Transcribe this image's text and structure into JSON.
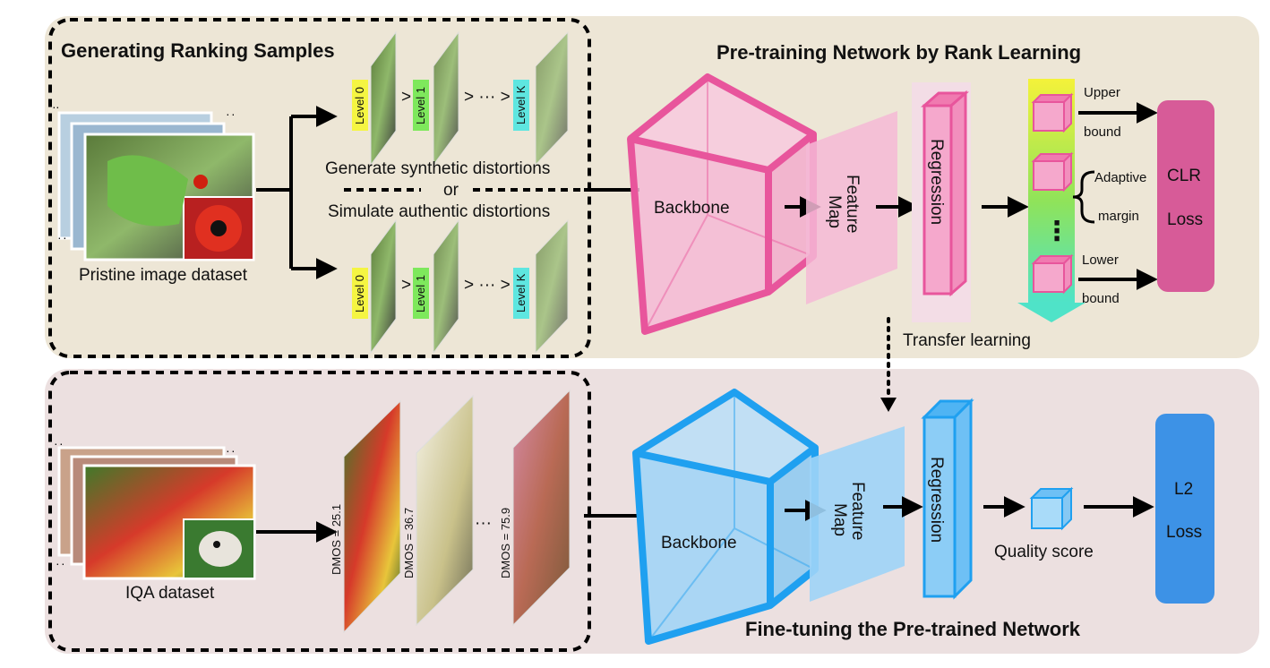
{
  "top": {
    "left_title": "Generating Ranking Samples",
    "right_title": "Pre-training Network by Rank Learning",
    "dataset_label": "Pristine image dataset",
    "synthetic_text": "Generate synthetic distortions",
    "or_text": "or",
    "authentic_text": "Simulate authentic distortions",
    "levels": [
      "Level 0",
      "Level 1",
      "Level K"
    ],
    "backbone_label": "Backbone",
    "feature_map_line1": "Feature",
    "feature_map_line2": "Map",
    "regression_label": "Regression",
    "upper_line1": "Upper",
    "upper_line2": "bound",
    "adaptive_line1": "Adaptive",
    "adaptive_line2": "margin",
    "lower_line1": "Lower",
    "lower_line2": "bound",
    "ellipsis": "⋮",
    "loss_line1": "CLR",
    "loss_line2": "Loss"
  },
  "transfer_label": "Transfer learning",
  "bottom": {
    "title": "Fine-tuning the Pre-trained Network",
    "dataset_label": "IQA dataset",
    "dmos": [
      "DMOS = 25.1",
      "DMOS = 36.7",
      "DMOS = 75.9"
    ],
    "backbone_label": "Backbone",
    "feature_map_line1": "Feature",
    "feature_map_line2": "Map",
    "regression_label": "Regression",
    "quality_label": "Quality score",
    "loss_line1": "L2",
    "loss_line2": "Loss"
  },
  "colors": {
    "top_panel": "#ede6d6",
    "bottom_panel": "#ece0e0",
    "pink": "#e8559c",
    "pink_light": "#f5b8d6",
    "blue": "#1fa0f0",
    "blue_light": "#9fd4f7",
    "clr_loss": "#d75b98",
    "l2_loss": "#3d92e6",
    "level0": "#f5f542",
    "level1": "#7ee85c",
    "levelK": "#5ee6e0"
  }
}
